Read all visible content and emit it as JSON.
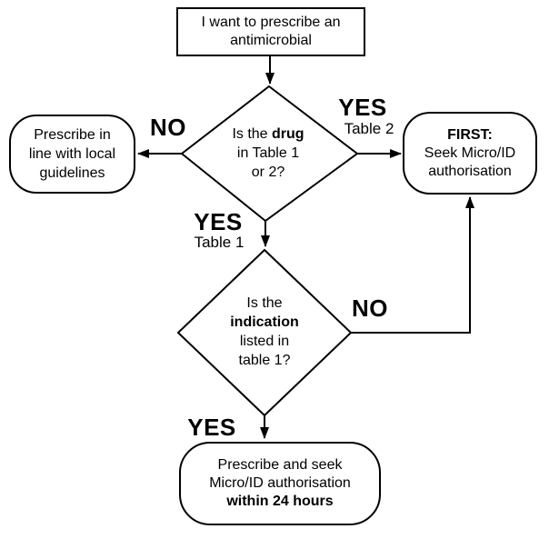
{
  "colors": {
    "line": "#000000",
    "background": "#ffffff"
  },
  "flowchart": {
    "start": {
      "text": "I want to prescribe an\nantimicrobial"
    },
    "decision_drug": {
      "prefix": "Is the ",
      "bold": "drug",
      "rest": "\nin Table 1\nor 2?"
    },
    "decision_indication": {
      "prefix": "Is the\n",
      "bold": "indication",
      "rest": "\nlisted in\ntable 1?"
    },
    "outcome_local": {
      "text": "Prescribe in\nline with local\nguidelines"
    },
    "outcome_first": {
      "bold": "FIRST:",
      "rest": "\nSeek Micro/ID\nauthorisation"
    },
    "outcome_prescribe": {
      "prefix": "Prescribe and seek\nMicro/ID authorisation\n",
      "bold": "within 24 hours"
    },
    "labels": {
      "no_left": "NO",
      "yes_right": "YES",
      "yes_right_sub": "Table 2",
      "yes_down": "YES",
      "yes_down_sub": "Table 1",
      "no_right": "NO",
      "yes_bottom": "YES"
    }
  }
}
